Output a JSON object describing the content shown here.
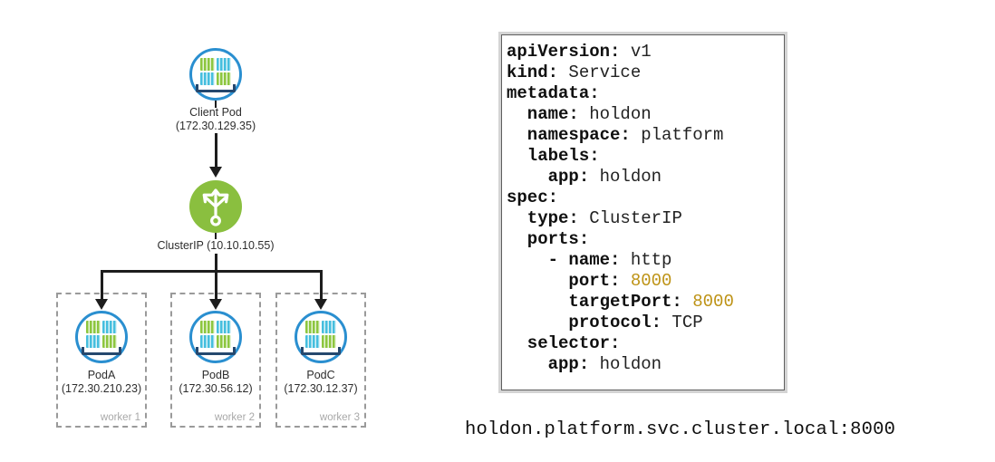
{
  "diagram": {
    "client_pod": {
      "name": "Client Pod",
      "ip": "(172.30.129.35)"
    },
    "service": {
      "label": "ClusterIP (10.10.10.55)"
    },
    "pods": [
      {
        "name": "PodA",
        "ip": "(172.30.210.23)",
        "worker": "worker 1"
      },
      {
        "name": "PodB",
        "ip": "(172.30.56.12)",
        "worker": "worker 2"
      },
      {
        "name": "PodC",
        "ip": "(172.30.12.37)",
        "worker": "worker 3"
      }
    ]
  },
  "yaml_panel": {
    "lines": [
      {
        "segs": [
          {
            "t": "apiVersion:",
            "s": "k"
          },
          {
            "t": " v1",
            "s": "v"
          }
        ]
      },
      {
        "segs": [
          {
            "t": "kind:",
            "s": "k"
          },
          {
            "t": " Service",
            "s": "v"
          }
        ]
      },
      {
        "segs": [
          {
            "t": "metadata:",
            "s": "k"
          }
        ]
      },
      {
        "segs": [
          {
            "t": "  name:",
            "s": "k"
          },
          {
            "t": " holdon",
            "s": "v"
          }
        ]
      },
      {
        "segs": [
          {
            "t": "  namespace:",
            "s": "k"
          },
          {
            "t": " platform",
            "s": "v"
          }
        ]
      },
      {
        "segs": [
          {
            "t": "  labels:",
            "s": "k"
          }
        ]
      },
      {
        "segs": [
          {
            "t": "    app:",
            "s": "k"
          },
          {
            "t": " holdon",
            "s": "v"
          }
        ]
      },
      {
        "segs": [
          {
            "t": "spec:",
            "s": "k"
          }
        ]
      },
      {
        "segs": [
          {
            "t": "  type:",
            "s": "k"
          },
          {
            "t": " ClusterIP",
            "s": "v"
          }
        ]
      },
      {
        "segs": [
          {
            "t": "  ports:",
            "s": "k"
          }
        ]
      },
      {
        "segs": [
          {
            "t": "    - name:",
            "s": "k"
          },
          {
            "t": " http",
            "s": "v"
          }
        ]
      },
      {
        "segs": [
          {
            "t": "      port:",
            "s": "k"
          },
          {
            "t": " ",
            "s": "v"
          },
          {
            "t": "8000",
            "s": "n"
          }
        ]
      },
      {
        "segs": [
          {
            "t": "      targetPort:",
            "s": "k"
          },
          {
            "t": " ",
            "s": "v"
          },
          {
            "t": "8000",
            "s": "n"
          }
        ]
      },
      {
        "segs": [
          {
            "t": "      protocol:",
            "s": "k"
          },
          {
            "t": " TCP",
            "s": "v"
          }
        ]
      },
      {
        "segs": [
          {
            "t": "  selector:",
            "s": "k"
          }
        ]
      },
      {
        "segs": [
          {
            "t": "    app:",
            "s": "k"
          },
          {
            "t": " holdon",
            "s": "v"
          }
        ]
      }
    ]
  },
  "caption": "holdon.platform.svc.cluster.local:8000",
  "colors": {
    "pod-circle-blue": "#2a8fd0",
    "container-green": "#8dc63f",
    "container-cyan": "#45bede",
    "bracket-navy": "#25486e",
    "service-green": "#8abf3f",
    "port-number-gold": "#bd9214",
    "line-black": "#1d1d1d",
    "worker-gray": "#a8a8a8"
  }
}
